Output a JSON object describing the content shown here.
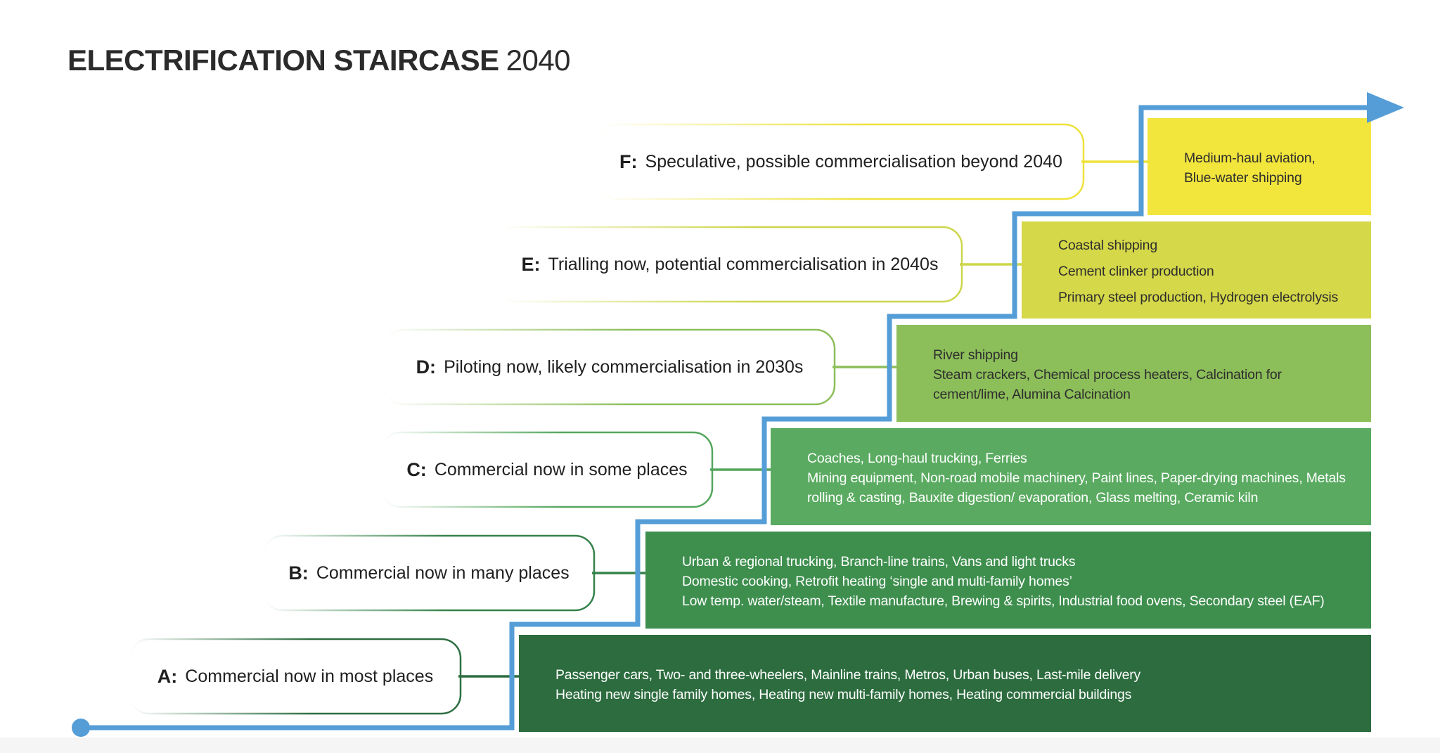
{
  "title": {
    "main": "ELECTRIFICATION STAIRCASE",
    "year": "2040"
  },
  "colors": {
    "accent_blue": "#549dd7",
    "footer_strip": "#f5f5f6",
    "title_text": "#2b2b2b"
  },
  "rows": [
    {
      "id": "F",
      "prefix": "F:",
      "label": "Speculative, possible commercialisation beyond 2040",
      "items": [
        "Medium-haul aviation,\nBlue-water shipping"
      ],
      "box_color": "#f2e53c",
      "border_color": "#eee23b",
      "text_color": "#2e2e2e"
    },
    {
      "id": "E",
      "prefix": "E:",
      "label": "Trialling now, potential commercialisation in 2040s",
      "items": [
        "Coastal shipping",
        "Cement clinker production",
        "Primary steel production, Hydrogen electrolysis"
      ],
      "box_color": "#d5d848",
      "border_color": "#ccd64a",
      "text_color": "#2e2e2e"
    },
    {
      "id": "D",
      "prefix": "D:",
      "label": "Piloting now, likely commercialisation in 2030s",
      "items": [
        "River shipping",
        "Steam crackers, Chemical process heaters, Calcination for cement/lime, Alumina Calcination"
      ],
      "box_color": "#8cbe59",
      "border_color": "#8cbe59",
      "text_color": "#2e2e2e"
    },
    {
      "id": "C",
      "prefix": "C:",
      "label": "Commercial now in some places",
      "items": [
        "Coaches, Long-haul trucking, Ferries",
        "Mining equipment, Non-road mobile machinery, Paint lines, Paper-drying machines, Metals rolling & casting, Bauxite digestion/ evaporation, Glass melting, Ceramic kiln"
      ],
      "box_color": "#5aab61",
      "border_color": "#54a65c",
      "text_color": "#ffffff"
    },
    {
      "id": "B",
      "prefix": "B:",
      "label": "Commercial now in many places",
      "items": [
        "Urban & regional trucking, Branch-line trains, Vans and light trucks",
        "Domestic cooking, Retrofit heating ‘single and multi-family homes’",
        "Low temp. water/steam, Textile manufacture, Brewing & spirits, Industrial food ovens, Secondary steel (EAF)"
      ],
      "box_color": "#3e8f4e",
      "border_color": "#35824a",
      "text_color": "#ffffff"
    },
    {
      "id": "A",
      "prefix": "A:",
      "label": "Commercial now in most places",
      "items": [
        "Passenger cars, Two- and three-wheelers, Mainline trains, Metros, Urban buses, Last-mile delivery",
        "Heating new single family homes, Heating new multi-family homes, Heating commercial buildings"
      ],
      "box_color": "#2c6c3e",
      "border_color": "#2d6e41",
      "text_color": "#ffffff"
    }
  ]
}
